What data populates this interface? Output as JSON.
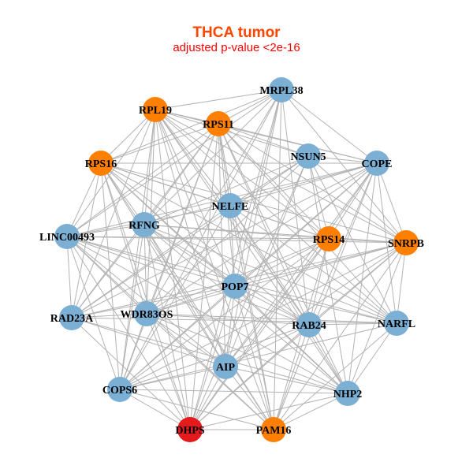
{
  "title": "THCA tumor",
  "subtitle": "adjusted p-value <2e-16",
  "colors": {
    "blue": "#7BAFD4",
    "orange": "#FF7F00",
    "red": "#E41A1C",
    "edge": "#B3B3B3"
  },
  "nodes": [
    {
      "name": "MRPL38",
      "group": "blue"
    },
    {
      "name": "RPL19",
      "group": "orange"
    },
    {
      "name": "RPS11",
      "group": "orange"
    },
    {
      "name": "NSUN5",
      "group": "blue"
    },
    {
      "name": "COPE",
      "group": "blue"
    },
    {
      "name": "RPS16",
      "group": "orange"
    },
    {
      "name": "NELFE",
      "group": "blue"
    },
    {
      "name": "RFNG",
      "group": "blue"
    },
    {
      "name": "LINC00493",
      "group": "blue"
    },
    {
      "name": "RPS14",
      "group": "orange"
    },
    {
      "name": "SNRPB",
      "group": "orange"
    },
    {
      "name": "POP7",
      "group": "blue"
    },
    {
      "name": "RAD23A",
      "group": "blue"
    },
    {
      "name": "WDR83OS",
      "group": "blue"
    },
    {
      "name": "RAB24",
      "group": "blue"
    },
    {
      "name": "NARFL",
      "group": "blue"
    },
    {
      "name": "AIP",
      "group": "blue"
    },
    {
      "name": "COPS6",
      "group": "blue"
    },
    {
      "name": "NHP2",
      "group": "blue"
    },
    {
      "name": "DHPS",
      "group": "red"
    },
    {
      "name": "PAM16",
      "group": "orange"
    }
  ]
}
